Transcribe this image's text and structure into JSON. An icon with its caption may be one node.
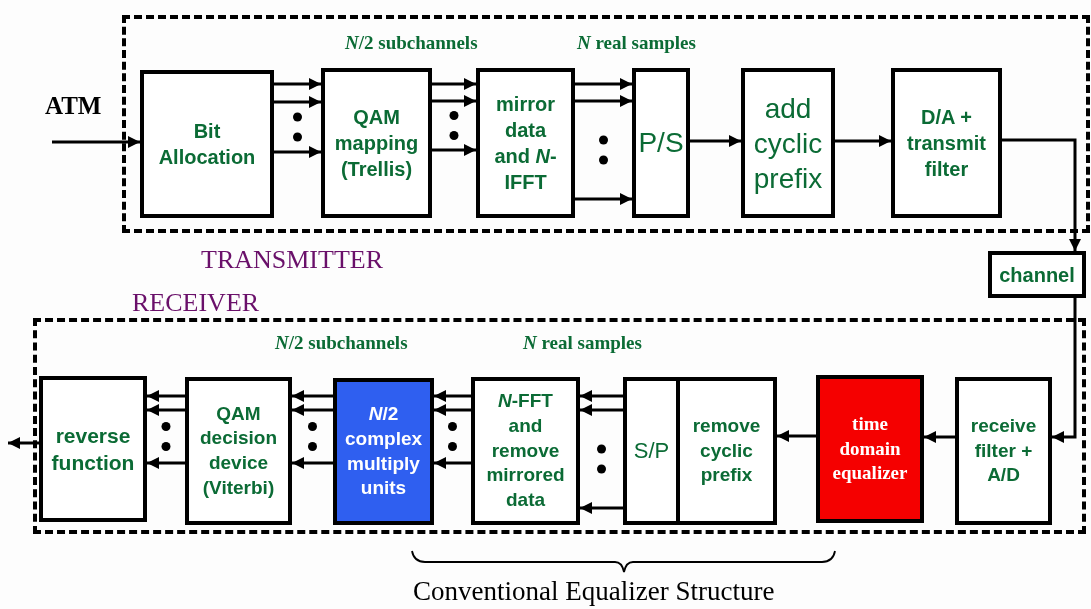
{
  "diagram": {
    "nodes": [
      {
        "text": [
          "TRANSMITTER"
        ]
      },
      {
        "text": [
          "Bit Allocation"
        ],
        "in": 0
      },
      {
        "text": [
          "QAM mapping (Trellis)"
        ],
        "in": 0
      },
      {
        "text": [
          "mirror data and *N*-IFFT"
        ],
        "in": 0
      },
      {
        "text": [
          "P/S"
        ],
        "in": 0
      },
      {
        "text": [
          "add cyclic prefix"
        ],
        "in": 0
      },
      {
        "text": [
          "D/A + transmit filter"
        ],
        "in": 0
      },
      {
        "text": [
          "channel"
        ]
      },
      {
        "text": [
          "RECEIVER"
        ]
      },
      {
        "text": [
          "reverse function"
        ],
        "in": 8
      },
      {
        "text": [
          "QAM decision device (Viterbi)"
        ],
        "in": 8
      },
      {
        "text": [
          "*N*/2 complex multiply units"
        ],
        "in": 8
      },
      {
        "text": [
          "*N*-FFT and remove mirrored data"
        ],
        "in": 8
      },
      {
        "text": [
          "S/P"
        ],
        "in": 8
      },
      {
        "text": [
          "remove cyclic prefix"
        ],
        "in": 8
      },
      {
        "text": [
          "time domain equalizer"
        ],
        "in": 8
      },
      {
        "text": [
          "receive filter + A/D"
        ],
        "in": 8
      }
    ],
    "edges": [
      {
        "from": null,
        "to": 1,
        "arrow": "to"
      },
      {
        "from": 1,
        "to": 2,
        "arrow": "to"
      },
      {
        "from": 1,
        "to": 2,
        "arrow": "to"
      },
      {
        "from": 1,
        "to": 2,
        "arrow": "to"
      },
      {
        "from": 2,
        "to": 3,
        "arrow": "to"
      },
      {
        "from": 2,
        "to": 3,
        "arrow": "to"
      },
      {
        "from": 2,
        "to": 3,
        "arrow": "to"
      },
      {
        "from": 3,
        "to": 4,
        "arrow": "to"
      },
      {
        "from": 3,
        "to": 4,
        "arrow": "to"
      },
      {
        "from": 3,
        "to": 4,
        "arrow": "to"
      },
      {
        "from": 4,
        "to": 5,
        "arrow": "to"
      },
      {
        "from": 5,
        "to": 6,
        "arrow": "to"
      },
      {
        "from": 6,
        "to": 7,
        "arrow": "to"
      },
      {
        "from": 7,
        "to": 16,
        "arrow": "to"
      },
      {
        "from": 16,
        "to": 15,
        "arrow": "to"
      },
      {
        "from": 15,
        "to": 14,
        "arrow": "to"
      },
      {
        "from": 13,
        "to": 12,
        "arrow": "to"
      },
      {
        "from": 13,
        "to": 12,
        "arrow": "to"
      },
      {
        "from": 13,
        "to": 12,
        "arrow": "to"
      },
      {
        "from": 12,
        "to": 11,
        "arrow": "to"
      },
      {
        "from": 12,
        "to": 11,
        "arrow": "to"
      },
      {
        "from": 12,
        "to": 11,
        "arrow": "to"
      },
      {
        "from": 11,
        "to": 10,
        "arrow": "to"
      },
      {
        "from": 11,
        "to": 10,
        "arrow": "to"
      },
      {
        "from": 11,
        "to": 10,
        "arrow": "to"
      },
      {
        "from": 10,
        "to": 9,
        "arrow": "to"
      },
      {
        "from": 10,
        "to": 9,
        "arrow": "to"
      },
      {
        "from": 10,
        "to": 9,
        "arrow": "to"
      },
      {
        "from": 9,
        "to": null,
        "arrow": "to"
      }
    ],
    "labels": [
      "ATM",
      "*N*/2 subchannels",
      "*N* real samples",
      "*N*/2 subchannels",
      "*N* real samples",
      "Conventional Equalizer Structure"
    ]
  }
}
